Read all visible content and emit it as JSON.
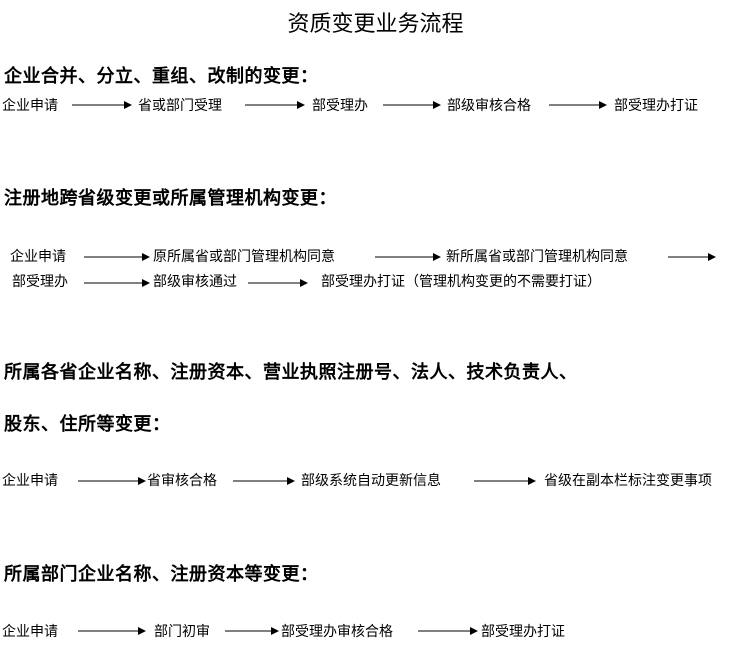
{
  "document": {
    "title": "资质变更业务流程",
    "sections": [
      {
        "heading": "企业合并、分立、重组、改制的变更：",
        "flow": [
          "企业申请",
          "省或部门受理",
          "部受理办",
          "部级审核合格",
          "部受理办打证"
        ]
      },
      {
        "heading": "注册地跨省级变更或所属管理机构变更：",
        "flow": [
          "企业申请",
          "原所属省或部门管理机构同意",
          "新所属省或部门管理机构同意",
          "部受理办",
          "部级审核通过",
          "部受理办打证（管理机构变更的不需要打证）"
        ]
      },
      {
        "heading_line1": "所属各省企业名称、注册资本、营业执照注册号、法人、技术负责人、",
        "heading_line2": "股东、住所等变更：",
        "flow": [
          "企业申请",
          "省审核合格",
          "部级系统自动更新信息",
          "省级在副本栏标注变更事项"
        ]
      },
      {
        "heading": "所属部门企业名称、注册资本等变更：",
        "flow": [
          "企业申请",
          "部门初审",
          "部受理办审核合格",
          "部受理办打证"
        ]
      }
    ]
  }
}
